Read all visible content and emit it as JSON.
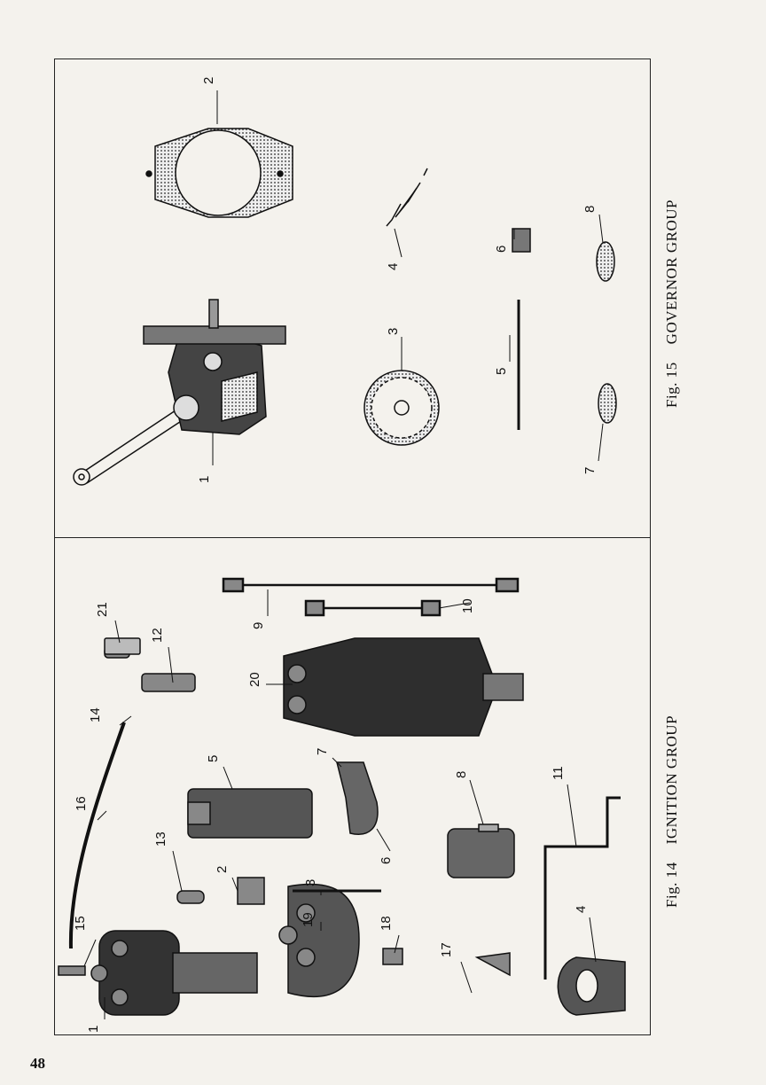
{
  "page_number": "48",
  "figures": {
    "fig15": {
      "fig_label": "Fig. 15",
      "title": "GOVERNOR GROUP",
      "callouts": [
        "1",
        "2",
        "3",
        "4",
        "5",
        "6",
        "7",
        "8"
      ]
    },
    "fig14": {
      "fig_label": "Fig. 14",
      "title": "IGNITION GROUP",
      "callouts": [
        "1",
        "2",
        "3",
        "4",
        "5",
        "6",
        "7",
        "8",
        "9",
        "10",
        "11",
        "12",
        "13",
        "14",
        "15",
        "16",
        "17",
        "18",
        "19",
        "20",
        "21"
      ]
    }
  },
  "colors": {
    "ink": "#111111",
    "paper": "#f4f2ed",
    "shade": "#3a3a3a"
  }
}
